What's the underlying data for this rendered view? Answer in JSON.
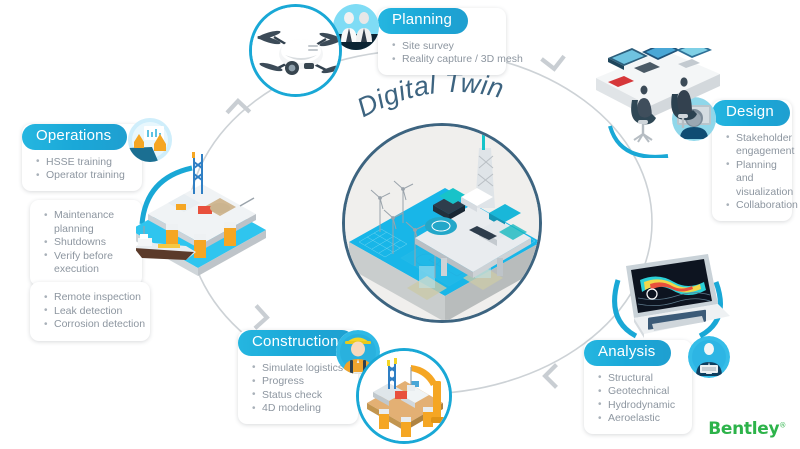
{
  "title": "Digital Twin",
  "colors": {
    "accent_cyan": "#19a8d6",
    "pill_gradient_start": "#25b6e0",
    "pill_gradient_end": "#1f9fd0",
    "center_ring": "#3d6480",
    "sea": "#18b6e8",
    "body_text": "#8d96a0",
    "title_text": "#3d6480",
    "logo_green": "#2db34a",
    "arrow_gray": "#c9ced3",
    "background": "#ffffff"
  },
  "logo": {
    "text": "Bentley",
    "trademark": "®"
  },
  "sections": {
    "planning": {
      "label": "Planning",
      "icon": "two-people-icon",
      "illustration": "drone-icon",
      "items": [
        "Site survey",
        "Reality capture / 3D mesh"
      ]
    },
    "design": {
      "label": "Design",
      "icon": "person-at-monitor-icon",
      "illustration": "design-office-desk",
      "items": [
        "Stakeholder engagement",
        "Planning and visualization",
        "Collaboration"
      ]
    },
    "analysis": {
      "label": "Analysis",
      "icon": "analyst-laptop-icon",
      "illustration": "laptop-simulation",
      "items": [
        "Structural",
        "Geotechnical",
        "Hydrodynamic",
        "Aeroelastic"
      ]
    },
    "construction": {
      "label": "Construction",
      "icon": "construction-worker-icon",
      "illustration": "platform-under-construction",
      "items": [
        "Simulate logistics",
        "Progress",
        "Status check",
        "4D modeling"
      ]
    },
    "operations": {
      "label": "Operations",
      "icon": "operations-monitoring-icon",
      "illustration": "offshore-platform-and-supply-ship",
      "items": [
        "HSSE training",
        "Operator training"
      ],
      "extra_cards": [
        {
          "name": "maintenance-card",
          "items": [
            "Maintenance planning",
            "Shutdowns",
            "Verify before execution"
          ]
        },
        {
          "name": "inspection-card",
          "items": [
            "Remote inspection",
            "Leak detection",
            "Corrosion detection"
          ]
        }
      ]
    }
  },
  "center": {
    "caption": "Digital Twin",
    "scene_name": "isometric-offshore-digital-twin",
    "elements": [
      "offshore-platform",
      "wind-turbines",
      "sea-block",
      "subsea-wireframe",
      "seabed"
    ]
  },
  "flow": {
    "direction": "counter-clockwise",
    "arrows": [
      "arrow-operations-to-planning",
      "arrow-planning-to-design",
      "arrow-design-to-analysis",
      "arrow-analysis-to-construction",
      "arrow-construction-to-operations"
    ]
  }
}
